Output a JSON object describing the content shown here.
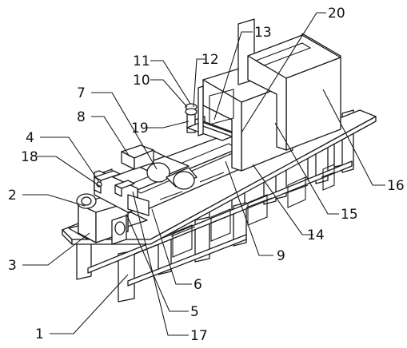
{
  "reference_numerals": {
    "n1": "1",
    "n2": "2",
    "n3": "3",
    "n4": "4",
    "n5": "5",
    "n6": "6",
    "n7": "7",
    "n8": "8",
    "n9": "9",
    "n10": "10",
    "n11": "11",
    "n12": "12",
    "n13": "13",
    "n14": "14",
    "n15": "15",
    "n16": "16",
    "n17": "17",
    "n18": "18",
    "n19": "19",
    "n20": "20"
  }
}
